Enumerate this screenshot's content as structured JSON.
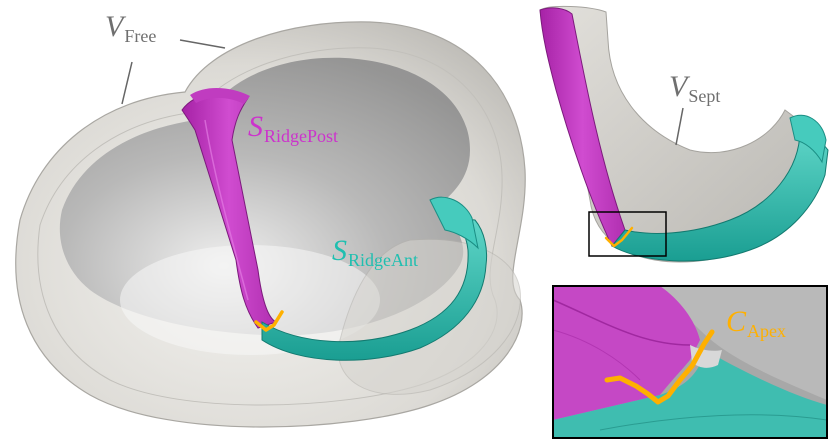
{
  "labels": {
    "v_free": {
      "main": "V",
      "sub": "Free"
    },
    "v_sept": {
      "main": "V",
      "sub": "Sept"
    },
    "s_ridge_post": {
      "main": "S",
      "sub": "RidgePost"
    },
    "s_ridge_ant": {
      "main": "S",
      "sub": "RidgeAnt"
    },
    "c_apex": {
      "main": "C",
      "sub": "Apex"
    }
  },
  "colors": {
    "grey_label": "#6f6f6f",
    "ridge_post": "#cc33cc",
    "ridge_ant": "#1fbfb0",
    "apex_curve": "#ffb000",
    "free_wall": "#d9d7d2",
    "cavity": "#9a9a9a",
    "inset_frame": "#000000"
  }
}
